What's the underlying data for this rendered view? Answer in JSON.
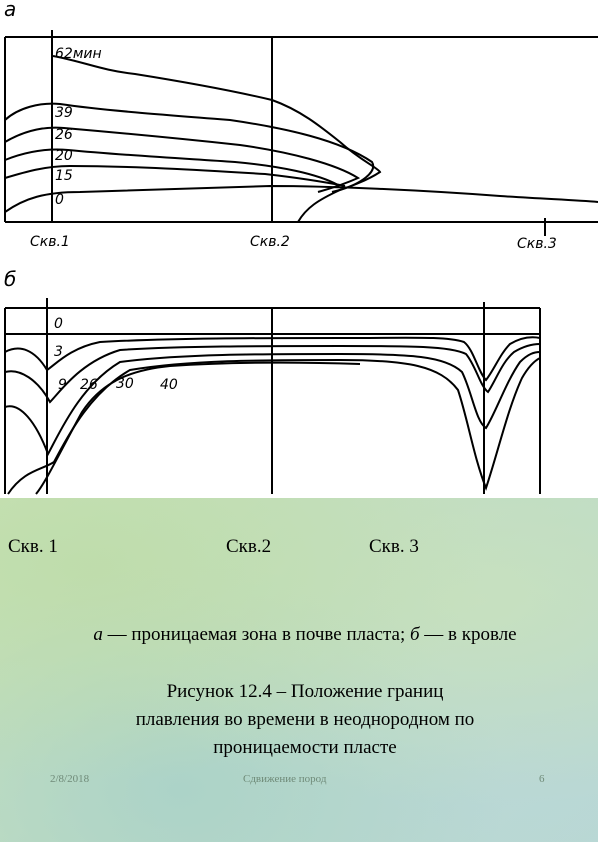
{
  "figure_a": {
    "letter": "а",
    "curve_labels": [
      "62мин",
      "39",
      "26",
      "20",
      "15",
      "0"
    ],
    "well_labels": [
      "Скв.1",
      "Скв.2",
      "Скв.3"
    ]
  },
  "figure_b": {
    "letter": "б",
    "curve_labels": [
      "0",
      "3",
      "9",
      "26",
      "30",
      "40"
    ]
  },
  "wells": [
    "Скв. 1",
    "Скв.2",
    "Скв. 3"
  ],
  "caption": {
    "part_a_letter": "а",
    "part_a_text": " — проницаемая зона в почве пласта; ",
    "part_b_letter": "б",
    "part_b_text": " — в кровле",
    "figure_title_line1": "Рисунок 12.4 – Положение границ",
    "figure_title_line2": "плавления во времени в неоднородном по",
    "figure_title_line3": "проницаемости пласте"
  },
  "footer": {
    "date": "2/8/2018",
    "title": "Сдвижение пород",
    "page": "6"
  }
}
